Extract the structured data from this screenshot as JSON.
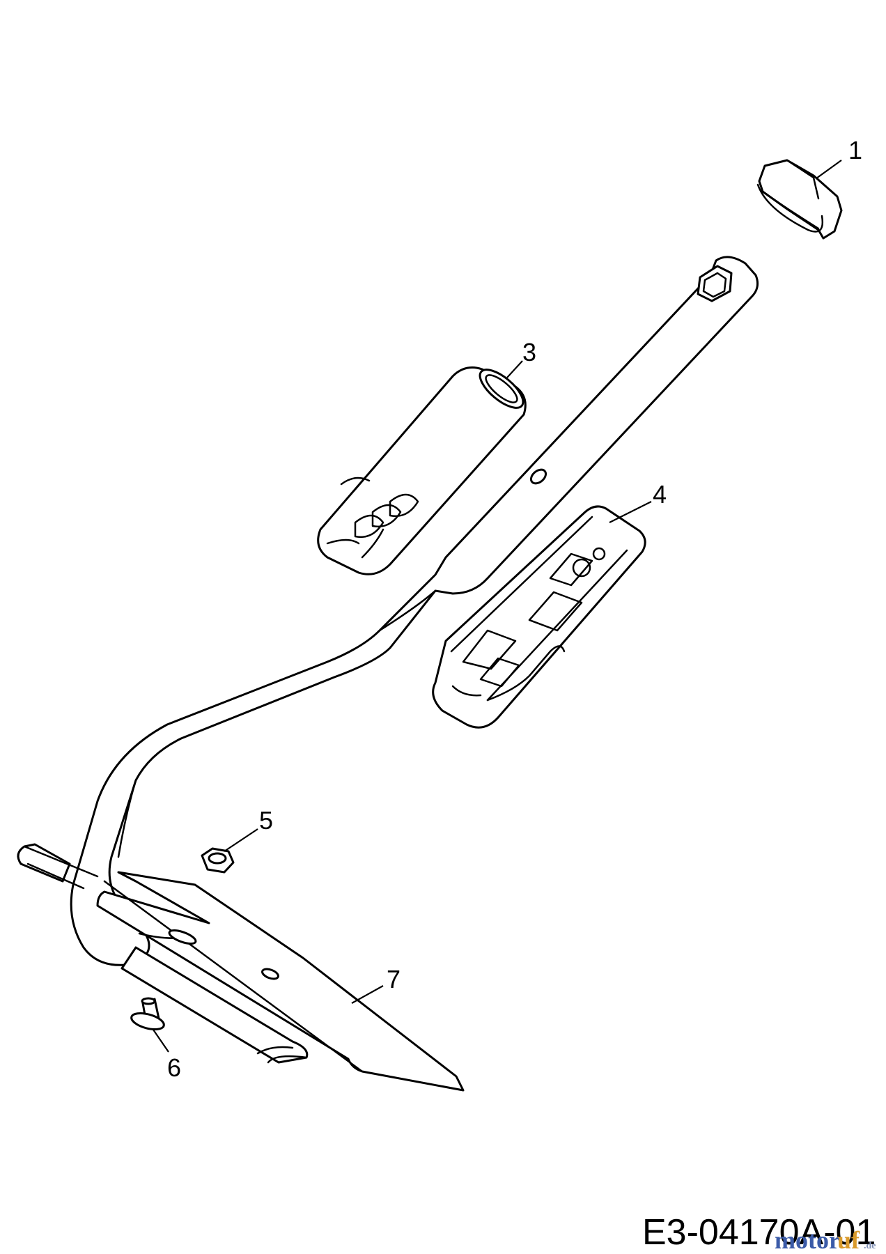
{
  "diagram": {
    "callouts": [
      {
        "id": "1",
        "label": "1"
      },
      {
        "id": "3",
        "label": "3"
      },
      {
        "id": "4",
        "label": "4"
      },
      {
        "id": "5",
        "label": "5"
      },
      {
        "id": "6",
        "label": "6"
      },
      {
        "id": "7",
        "label": "7"
      }
    ],
    "drawing_code": "E3-04170A-01"
  },
  "watermark": {
    "text_left": "motor",
    "text_right": "uf",
    "suffix": ".de",
    "colors": {
      "left": "#3b5ba8",
      "right": "#d99a2b",
      "suffix": "#7f8fb5"
    }
  }
}
